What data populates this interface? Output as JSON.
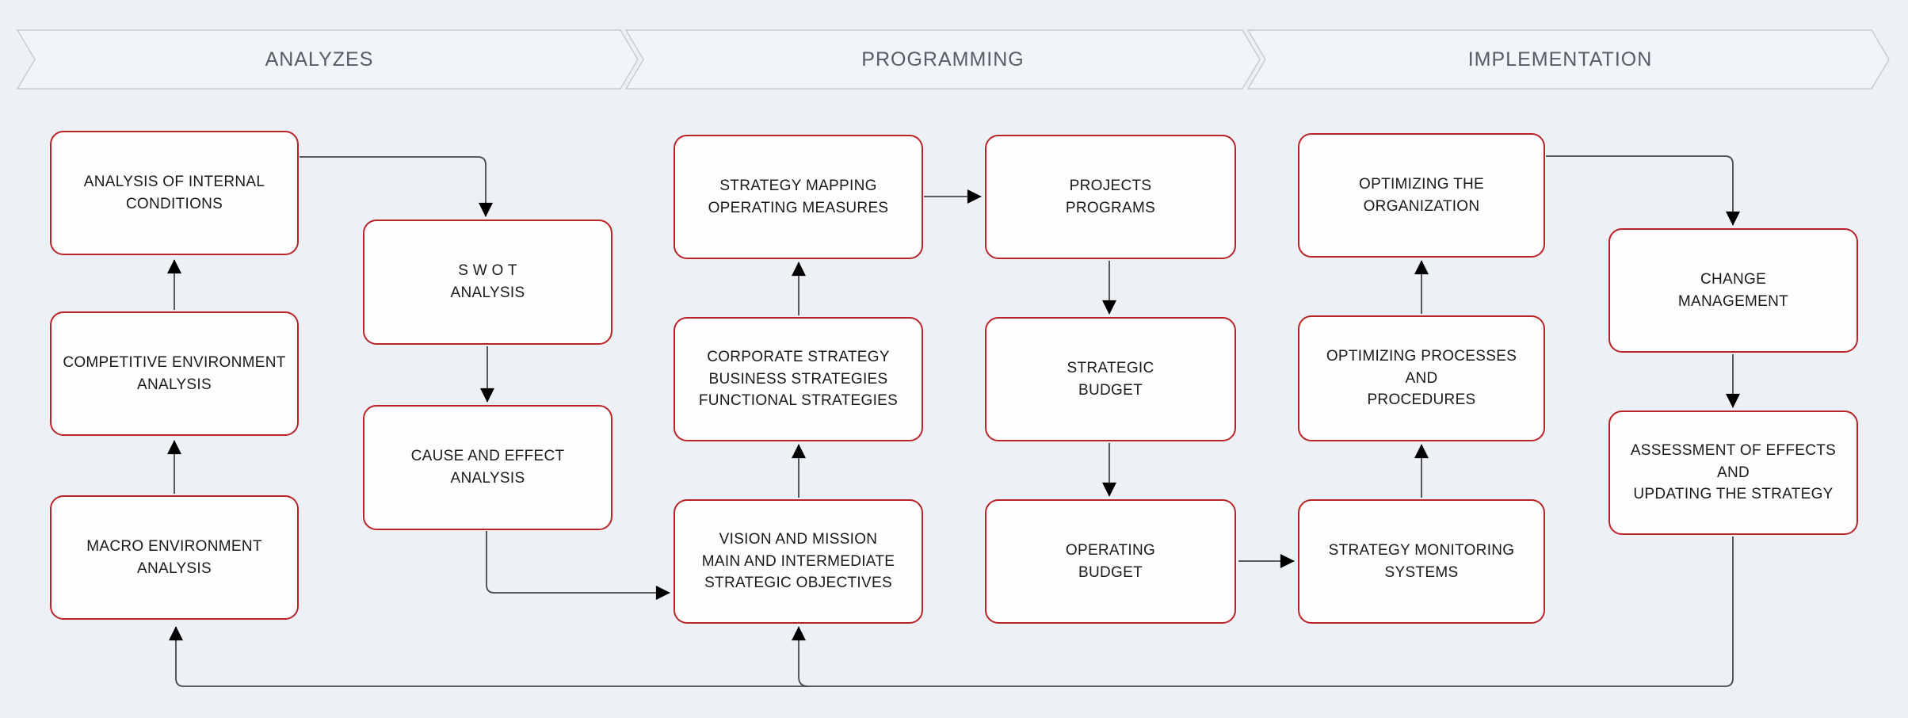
{
  "phases": [
    {
      "label": "ANALYZES"
    },
    {
      "label": "PROGRAMMING"
    },
    {
      "label": "IMPLEMENTATION"
    }
  ],
  "boxes": {
    "analysis_internal": {
      "label": "ANALYSIS OF INTERNAL\nCONDITIONS"
    },
    "competitive_env": {
      "label": "COMPETITIVE ENVIRONMENT\nANALYSIS"
    },
    "macro_env": {
      "label": "MACRO ENVIRONMENT\nANALYSIS"
    },
    "swot": {
      "label": "S W O T\nANALYSIS"
    },
    "cause_effect": {
      "label": "CAUSE AND EFFECT\nANALYSIS"
    },
    "strategy_mapping": {
      "label": "STRATEGY MAPPING\nOPERATING MEASURES"
    },
    "corporate_strategy": {
      "label": "CORPORATE STRATEGY\nBUSINESS STRATEGIES\nFUNCTIONAL STRATEGIES"
    },
    "vision_mission": {
      "label": "VISION AND MISSION\nMAIN AND INTERMEDIATE\nSTRATEGIC OBJECTIVES"
    },
    "projects_programs": {
      "label": "PROJECTS\nPROGRAMS"
    },
    "strategic_budget": {
      "label": "STRATEGIC\nBUDGET"
    },
    "operating_budget": {
      "label": "OPERATING\nBUDGET"
    },
    "optimizing_org": {
      "label": "OPTIMIZING THE\nORGANIZATION"
    },
    "optimizing_proc": {
      "label": "OPTIMIZING PROCESSES AND\nPROCEDURES"
    },
    "strategy_monitoring": {
      "label": "STRATEGY MONITORING\nSYSTEMS"
    },
    "change_mgmt": {
      "label": "CHANGE\nMANAGEMENT"
    },
    "assessment": {
      "label": "ASSESSMENT OF EFFECTS AND\nUPDATING THE STRATEGY"
    }
  },
  "colors": {
    "bg": "#edf1f6",
    "box_fill": "#fdfdfd",
    "box_border": "#b92328",
    "box_text": "#1a1a1a",
    "band_fill": "#f1f4f8",
    "band_border": "#c7ccd4",
    "band_text": "#555d66",
    "line": "#474747",
    "arrow": "#000000"
  }
}
